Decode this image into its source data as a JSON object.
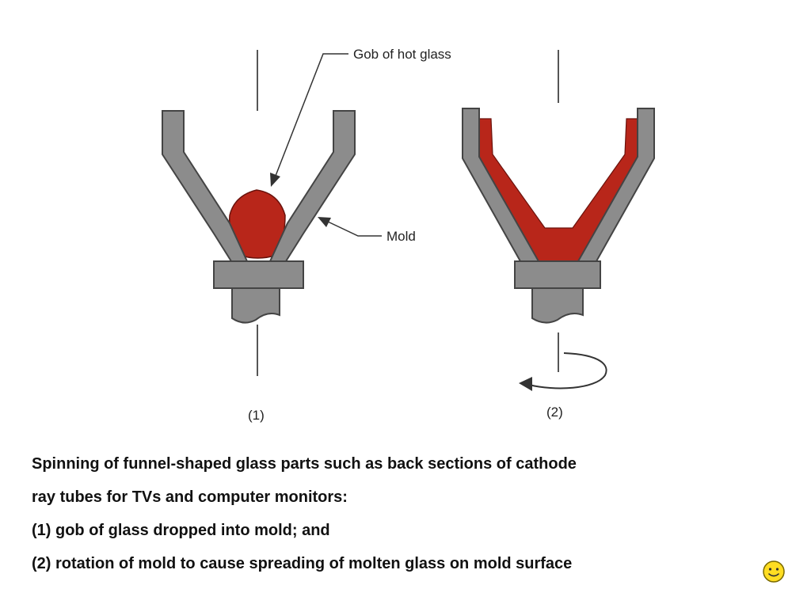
{
  "diagram": {
    "callout_gob": "Gob of hot glass",
    "callout_mold": "Mold",
    "label_left": "(1)",
    "label_right": "(2)",
    "colors": {
      "mold": "#8c8c8c",
      "glass": "#b8261a",
      "outline": "#444444"
    },
    "icons": [
      "rotation-arrow-icon",
      "smiley-icon"
    ]
  },
  "caption": {
    "line1": "Spinning of funnel-shaped glass parts such as back sections of cathode",
    "line2": "ray tubes for TVs and computer monitors:",
    "line3": "(1) gob of glass dropped into mold; and",
    "line4": "(2) rotation of mold to cause spreading of molten glass on mold surface"
  }
}
